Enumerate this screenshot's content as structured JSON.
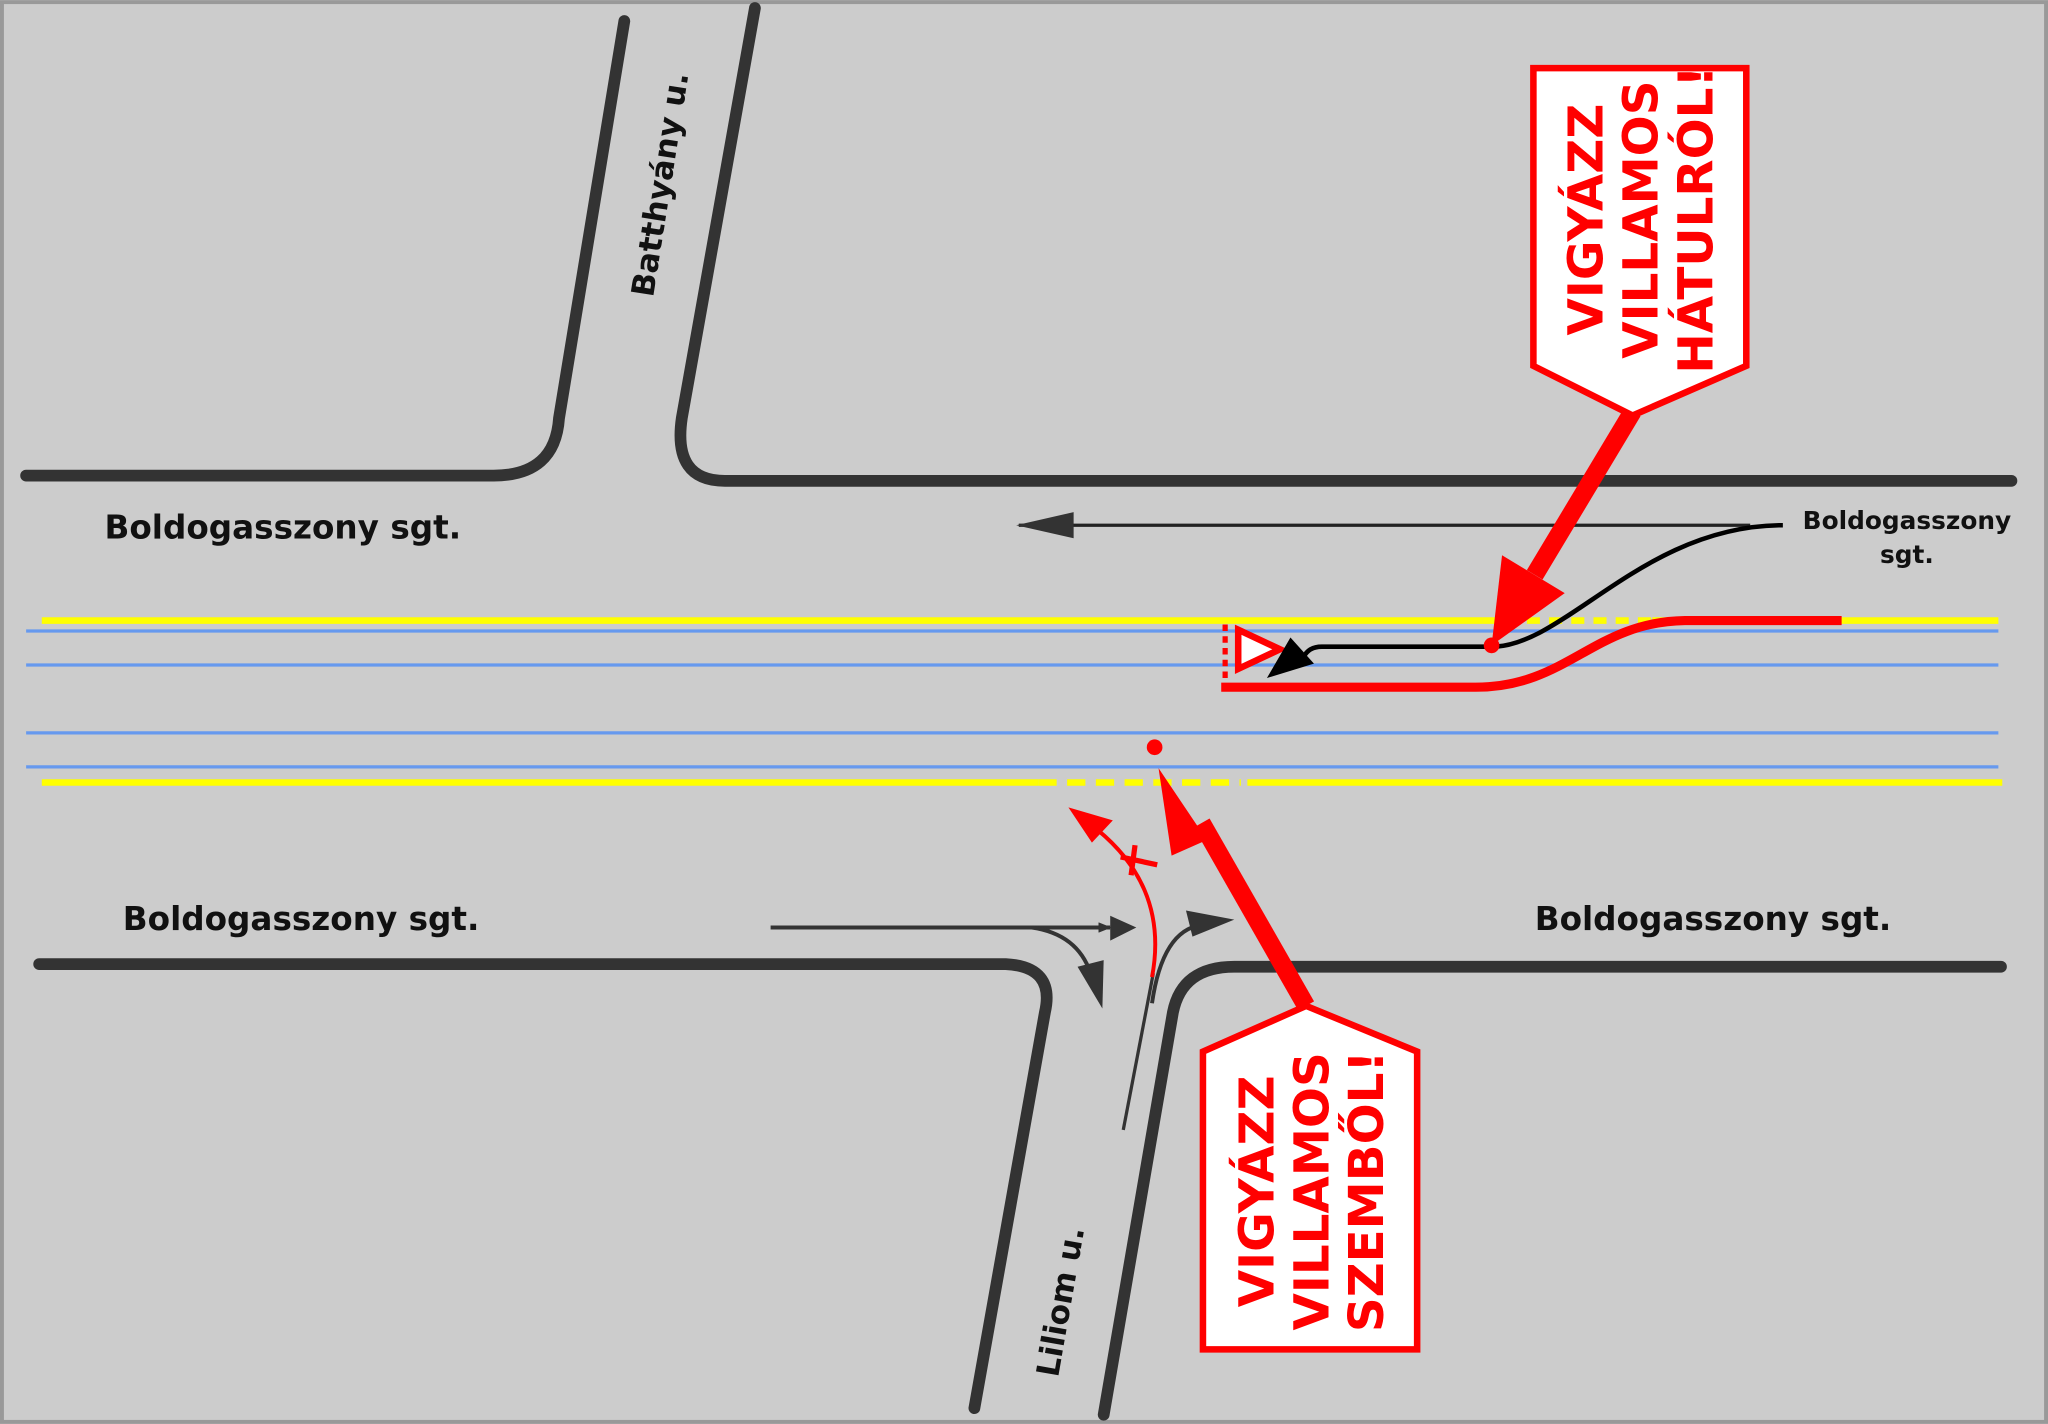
{
  "streets": {
    "batthyany": "Batthyány u.",
    "boldog_top_left": "Boldogasszony sgt.",
    "boldog_right_line1": "Boldogasszony",
    "boldog_right_line2": "sgt.",
    "boldog_bottom_left": "Boldogasszony sgt.",
    "boldog_bottom_right": "Boldogasszony sgt.",
    "liliom": "Liliom u."
  },
  "signs": {
    "rear": [
      "VIGYÁZZ",
      "VILLAMOS",
      "HÁTULRÓL!"
    ],
    "front": [
      "VIGYÁZZ",
      "VILLAMOS",
      "SZEMBŐL!"
    ]
  },
  "colors": {
    "background": "#cccccc",
    "road": "#333333",
    "warning": "#ff0000",
    "centerline": "#ffff00",
    "tram_rail": "#6699ee"
  }
}
